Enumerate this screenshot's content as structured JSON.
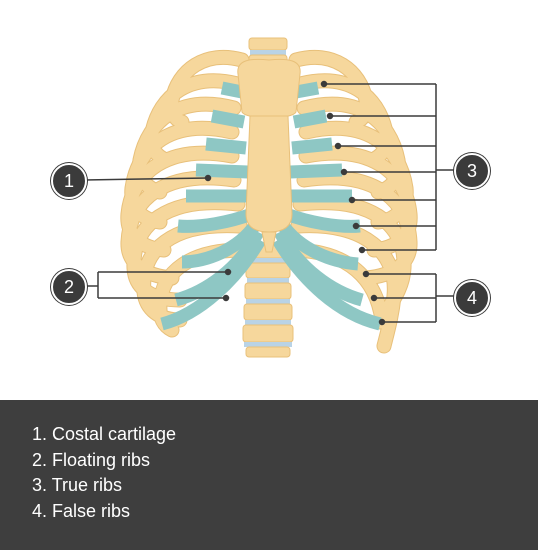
{
  "markers": [
    "1",
    "2",
    "3",
    "4"
  ],
  "legend": [
    "1. Costal cartilage",
    "2. Floating ribs",
    "3. True ribs",
    "4. False ribs"
  ],
  "colors": {
    "bone": "#f6d79c",
    "bone_outline": "#e8c07a",
    "cartilage": "#8ec7c4",
    "disc": "#b9d3e6",
    "leader": "#3b3b3b",
    "legend_bg": "#3e3e3e"
  }
}
